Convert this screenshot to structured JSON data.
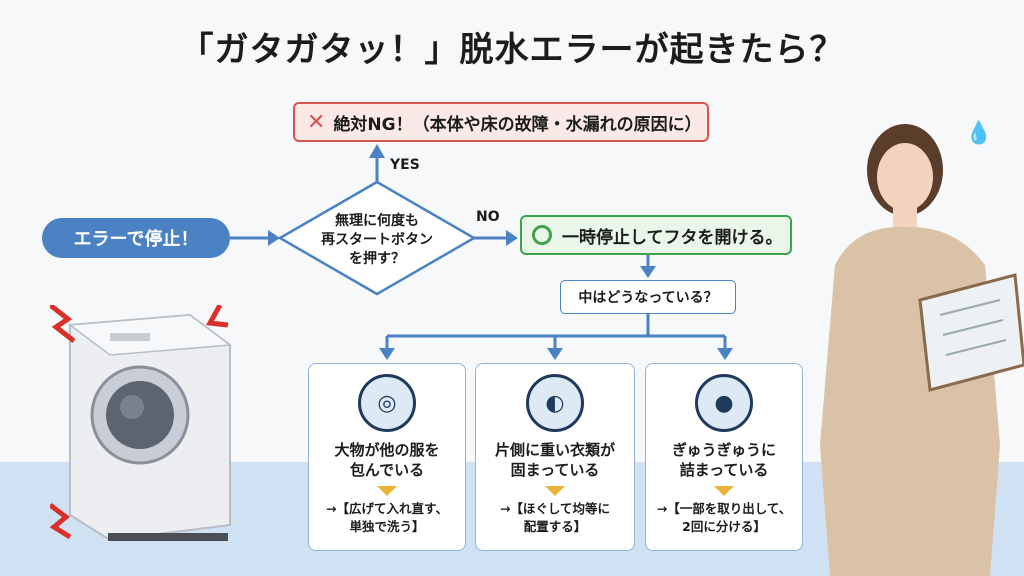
{
  "title": "「ガタガタッ！」脱水エラーが起きたら？",
  "start": "エラーで停止！",
  "decision": {
    "line1": "無理に何度も",
    "line2": "再スタートボタン",
    "line3": "を押す？"
  },
  "yes_label": "YES",
  "no_label": "NO",
  "ng": {
    "icon": "cross-mark-icon",
    "text": "絶対NG！（本体や床の故障・水漏れの原因に）"
  },
  "ok": {
    "icon": "circle-mark-icon",
    "text": "一時停止してフタを開ける。"
  },
  "question": "中はどうなっている？",
  "cases": [
    {
      "icon": "bulky-item-drum-icon",
      "line1": "大物が他の服を",
      "line2": "包んでいる",
      "remedy": "→【広げて入れ直す、\n単独で洗う】"
    },
    {
      "icon": "one-side-drum-icon",
      "line1": "片側に重い衣類が",
      "line2": "固まっている",
      "remedy": "→【ほぐして均等に\n配置する】"
    },
    {
      "icon": "packed-drum-icon",
      "line1": "ぎゅうぎゅうに",
      "line2": "詰まっている",
      "remedy": "→【一部を取り出して、\n2回に分ける】"
    }
  ],
  "colors": {
    "accent": "#4a82c3",
    "ng": "#d9534f",
    "ok": "#3fa34d",
    "arrow_small": "#e8b336"
  }
}
